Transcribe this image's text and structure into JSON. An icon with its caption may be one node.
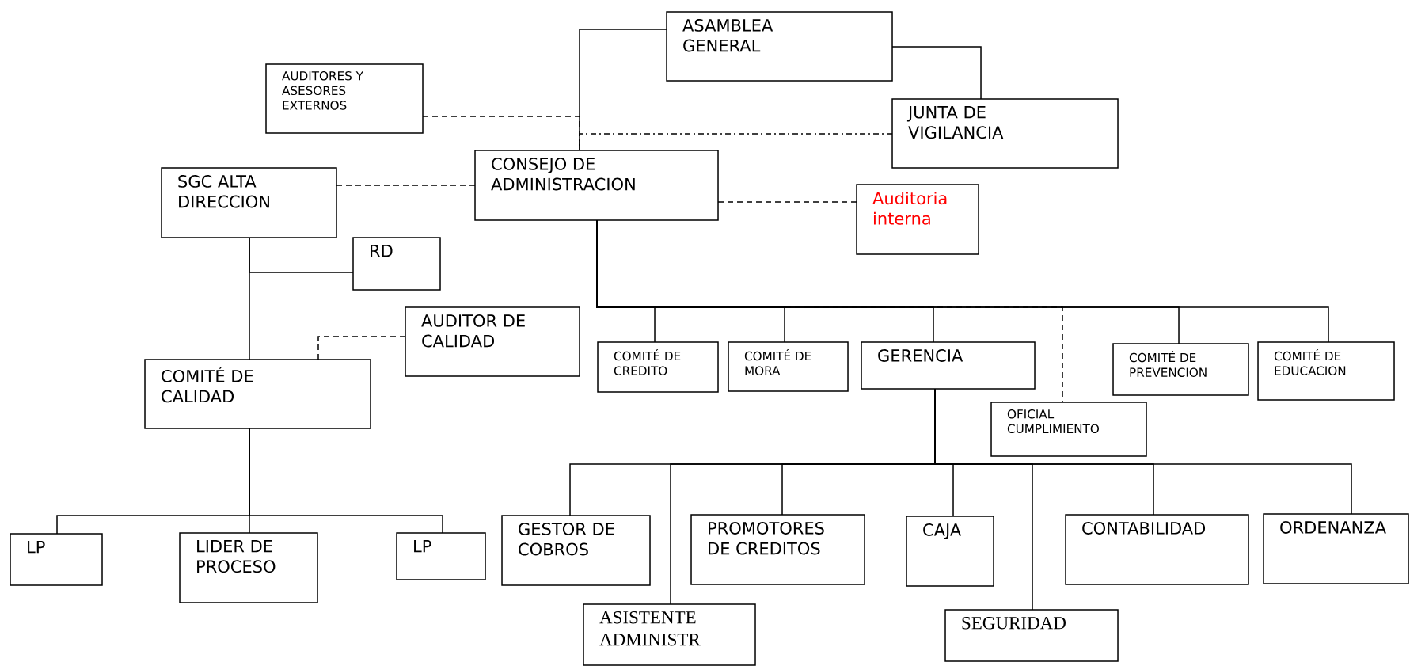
{
  "diagram": {
    "nodes": [
      {
        "text": [
          "ASAMBLEA GENERAL"
        ]
      },
      {
        "text": [
          "AUDITORES Y ASESORES EXTERNOS"
        ]
      },
      {
        "text": [
          "JUNTA DE VIGILANCIA"
        ]
      },
      {
        "text": [
          "SGC ALTA DIRECCION"
        ]
      },
      {
        "text": [
          "CONSEJO DE ADMINISTRACION"
        ]
      },
      {
        "text": [
          "Auditoria interna"
        ]
      },
      {
        "text": [
          "RD"
        ]
      },
      {
        "text": [
          "AUDITOR DE CALIDAD"
        ]
      },
      {
        "text": [
          "COMITÉ DE CALIDAD"
        ]
      },
      {
        "text": [
          "COMITÉ DE CREDITO"
        ]
      },
      {
        "text": [
          "COMITÉ DE MORA"
        ]
      },
      {
        "text": [
          "GERENCIA"
        ]
      },
      {
        "text": [
          "COMITÉ DE PREVENCION"
        ]
      },
      {
        "text": [
          "COMITÉ DE EDUCACION"
        ]
      },
      {
        "text": [
          "OFICIAL CUMPLIMIENTO"
        ]
      },
      {
        "text": [
          "LP"
        ]
      },
      {
        "text": [
          "LIDER DE PROCESO"
        ]
      },
      {
        "text": [
          "LP"
        ]
      },
      {
        "text": [
          "GESTOR DE COBROS"
        ]
      },
      {
        "text": [
          "PROMOTORES DE CREDITOS"
        ]
      },
      {
        "text": [
          "CAJA"
        ]
      },
      {
        "text": [
          "CONTABILIDAD"
        ]
      },
      {
        "text": [
          "ORDENANZA"
        ]
      },
      {
        "text": [
          "ASISTENTE ADMINISTR"
        ]
      },
      {
        "text": [
          "SEGURIDAD"
        ]
      }
    ],
    "edges": [
      {
        "from": 0,
        "to": 4,
        "arrow": "none"
      },
      {
        "from": 0,
        "to": 2,
        "arrow": "none"
      },
      {
        "from": 1,
        "to": 4,
        "arrow": "none",
        "style": "dashed"
      },
      {
        "from": 2,
        "to": 4,
        "arrow": "none",
        "style": "dashed"
      },
      {
        "from": 3,
        "to": 4,
        "arrow": "none",
        "style": "dashed"
      },
      {
        "from": 4,
        "to": 5,
        "arrow": "none",
        "style": "dashed"
      },
      {
        "from": 3,
        "to": 6,
        "arrow": "none"
      },
      {
        "from": 3,
        "to": 8,
        "arrow": "none"
      },
      {
        "from": 7,
        "to": 8,
        "arrow": "none",
        "style": "dashed"
      },
      {
        "from": 4,
        "to": 9,
        "arrow": "none"
      },
      {
        "from": 4,
        "to": 10,
        "arrow": "none"
      },
      {
        "from": 4,
        "to": 11,
        "arrow": "none"
      },
      {
        "from": 4,
        "to": 12,
        "arrow": "none"
      },
      {
        "from": 4,
        "to": 13,
        "arrow": "none"
      },
      {
        "from": 4,
        "to": 14,
        "arrow": "none",
        "style": "dashed"
      },
      {
        "from": 8,
        "to": 15,
        "arrow": "none"
      },
      {
        "from": 8,
        "to": 16,
        "arrow": "none"
      },
      {
        "from": 8,
        "to": 17,
        "arrow": "none"
      },
      {
        "from": 11,
        "to": 18,
        "arrow": "none"
      },
      {
        "from": 11,
        "to": 19,
        "arrow": "none"
      },
      {
        "from": 11,
        "to": 20,
        "arrow": "none"
      },
      {
        "from": 11,
        "to": 21,
        "arrow": "none"
      },
      {
        "from": 11,
        "to": 22,
        "arrow": "none"
      },
      {
        "from": 11,
        "to": 23,
        "arrow": "none"
      },
      {
        "from": 11,
        "to": 24,
        "arrow": "none"
      }
    ]
  }
}
